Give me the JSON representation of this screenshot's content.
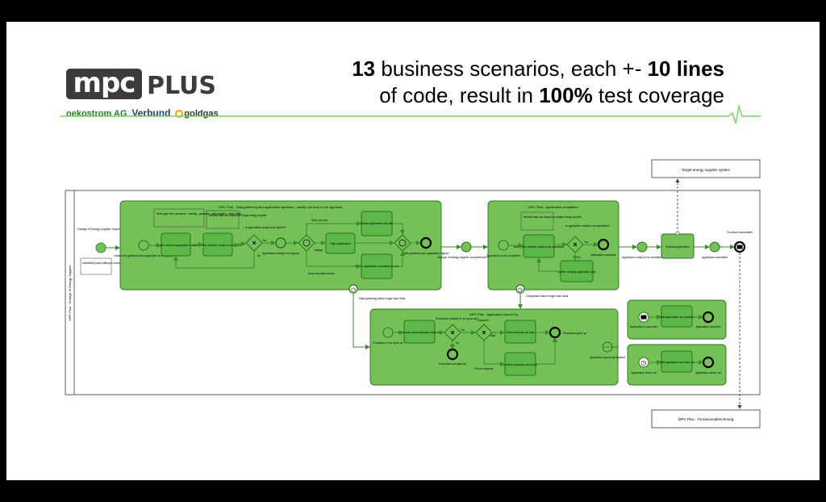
{
  "logo": {
    "mpc": "mpc",
    "plus": "PLUS",
    "partner1": "oekostrom AG",
    "partner2": "Verbund",
    "partner3": "goldgas"
  },
  "title": {
    "line1_a": "13",
    "line1_b": " business scenarios, each +- ",
    "line1_c": "10 lines",
    "line2_a": "of code, result in ",
    "line2_b": "100%",
    "line2_c": " test coverage"
  },
  "colors": {
    "green": "#74c257",
    "dark_green": "#3a8a2a",
    "task": "#5cb847",
    "accent_line": "#7fd36a"
  },
  "diagram": {
    "pool_label": "MPC Plus - Change of Energy Supplier",
    "target_system": "Target energy supplier system",
    "provision_system": "MPC Plus - Provisionsabrechnung",
    "start_event": "Change of energy supplier requested",
    "start_note": "Interested party willing to change energy supplier",
    "sub1": {
      "title": "MPC Plus - Data gathering and application signature - ideally non stop to the signature",
      "start": "Data to be gathered and application to be signed",
      "note1": "Multi page form (customer-, identity-, payment-, authorisation-, meter data)",
      "task1": "Gather needed application data",
      "note2": "Needed data can depend on target energy supplier",
      "task2": "Determine whether ready to be signed",
      "gw_question": "Is application ready to be signed?",
      "yes": "Yes",
      "no": "No",
      "ready": "Application ready to be signed",
      "always": "Always",
      "send_mail": "Send via mail",
      "send_postal": "Send via postal service",
      "sign": "Sign application",
      "deliver_mail": "Deliver application via mail",
      "deliver_postal": "Deliver application via postal service",
      "end": "Data gathered and application signed",
      "timer": "Data gathering takes longer than ideal"
    },
    "between1": "Change of energy supplier complete and signed",
    "sub2": {
      "title": "MPC Plus - Application completion",
      "start": "Application to be completed",
      "note": "Needed data can depend on target energy supplier",
      "task1": "Determine whether ready to be submitted",
      "gw_question": "Is application ready to be submitted?",
      "yes": "Yes",
      "no": "No",
      "complete": "Application complete",
      "task2": "Gather missing application data",
      "timer": "Completion takes longer than ideal"
    },
    "ready_submit": "Application ready to be submitted",
    "submit": "Submit application",
    "submitted": "Application submitted",
    "provision": "Provision invoiceable",
    "sub3": {
      "title": "MPC Plus - Application Speed Up",
      "start": "Procedure to be sped up",
      "task1": "Determine communication channels",
      "gw1_question": "Procedure possible to be sped up?",
      "yes": "Yes",
      "no": "No",
      "not_sped": "Procedure not sped up",
      "channel": "Channel?",
      "mail": "Mail",
      "phone": "Phone customer",
      "remind": "Send reminder via mail",
      "contact": "Contact customer via phone",
      "sped": "Procedure sped up",
      "finished": "Application speed up finished"
    },
    "cancel_box": {
      "start": "Application is canceled",
      "task": "Mark application as canceled",
      "end": "Application canceled"
    },
    "timeout_box": {
      "start": "Application times out",
      "task": "Mark application as timed out",
      "end": "Application timed out"
    }
  }
}
